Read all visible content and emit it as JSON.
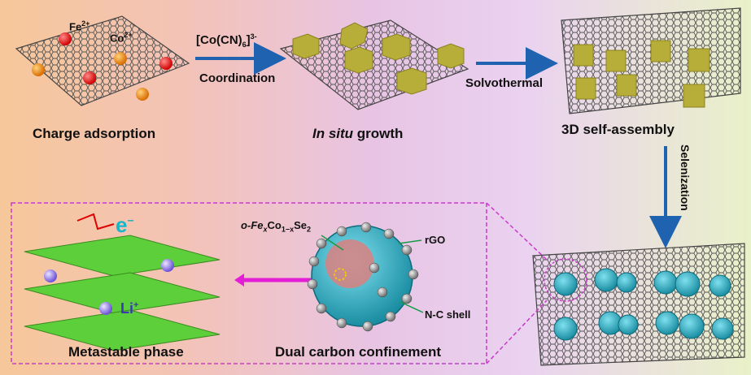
{
  "ions": {
    "fe": "Fe",
    "fe_charge": "2+",
    "co": "Co",
    "co_charge": "2+"
  },
  "steps": {
    "coordination_reagent": "[Co(CN)",
    "coordination_reagent_sub": "6",
    "coordination_reagent_charge": "3-",
    "coordination": "Coordination",
    "solvothermal": "Solvothermal",
    "selenization": "Selenization"
  },
  "stages": {
    "charge_adsorption": "Charge adsorption",
    "in_situ_italic": "In situ",
    "in_situ_rest": " growth",
    "self_assembly": "3D self-assembly",
    "dual_carbon": "Dual carbon confinement",
    "metastable": "Metastable phase"
  },
  "callouts": {
    "phase": "o-Fe",
    "phase_x": "x",
    "phase_co": "Co",
    "phase_sub": "1−x",
    "phase_se": "Se",
    "phase_se_sub": "2",
    "rgo": "rGO",
    "nc_shell": "N-C shell"
  },
  "carriers": {
    "electron": "e",
    "electron_charge": "−",
    "lithium": "Li",
    "lithium_charge": "+"
  },
  "colors": {
    "arrow_blue": "#1f63b0",
    "magenta": "#e21fd4",
    "cube": "#b7ae3a",
    "polyhedron": "#2a9bb0"
  }
}
